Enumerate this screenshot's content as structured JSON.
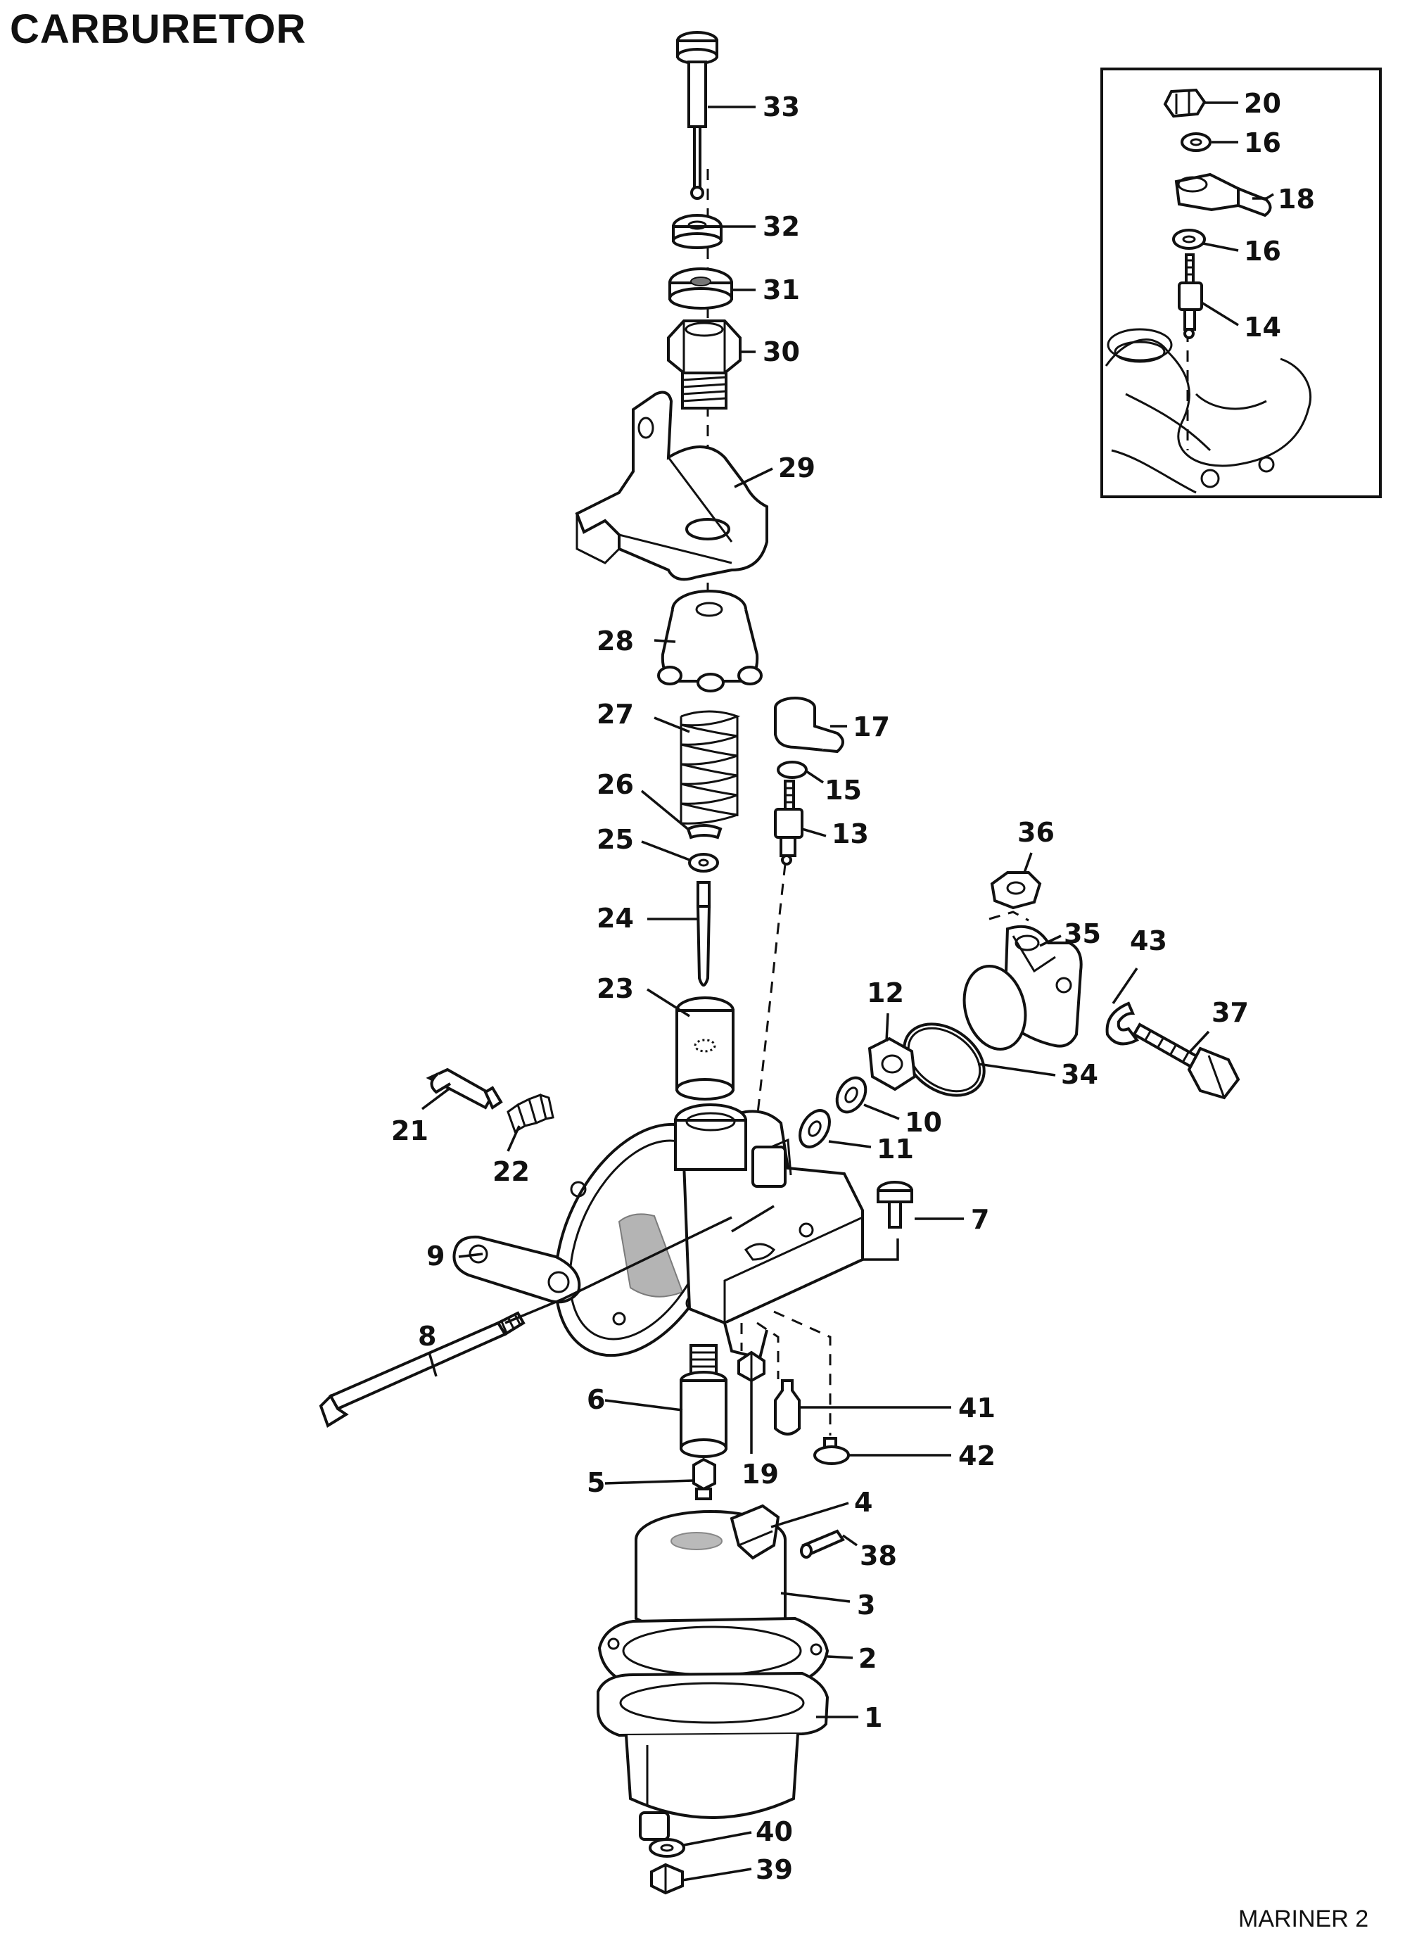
{
  "title": "CARBURETOR",
  "footer": "MARINER 2",
  "parts": {
    "p1": "1",
    "p2": "2",
    "p3": "3",
    "p4": "4",
    "p5": "5",
    "p6": "6",
    "p7": "7",
    "p8": "8",
    "p9": "9",
    "p10": "10",
    "p11": "11",
    "p12": "12",
    "p13": "13",
    "p14": "14",
    "p15": "15",
    "p16a": "16",
    "p16b": "16",
    "p17": "17",
    "p18": "18",
    "p19": "19",
    "p20": "20",
    "p21": "21",
    "p22": "22",
    "p23": "23",
    "p24": "24",
    "p25": "25",
    "p26": "26",
    "p27": "27",
    "p28": "28",
    "p29": "29",
    "p30": "30",
    "p31": "31",
    "p32": "32",
    "p33": "33",
    "p34": "34",
    "p35": "35",
    "p36": "36",
    "p37": "37",
    "p38": "38",
    "p39": "39",
    "p40": "40",
    "p41": "41",
    "p42": "42",
    "p43": "43"
  }
}
